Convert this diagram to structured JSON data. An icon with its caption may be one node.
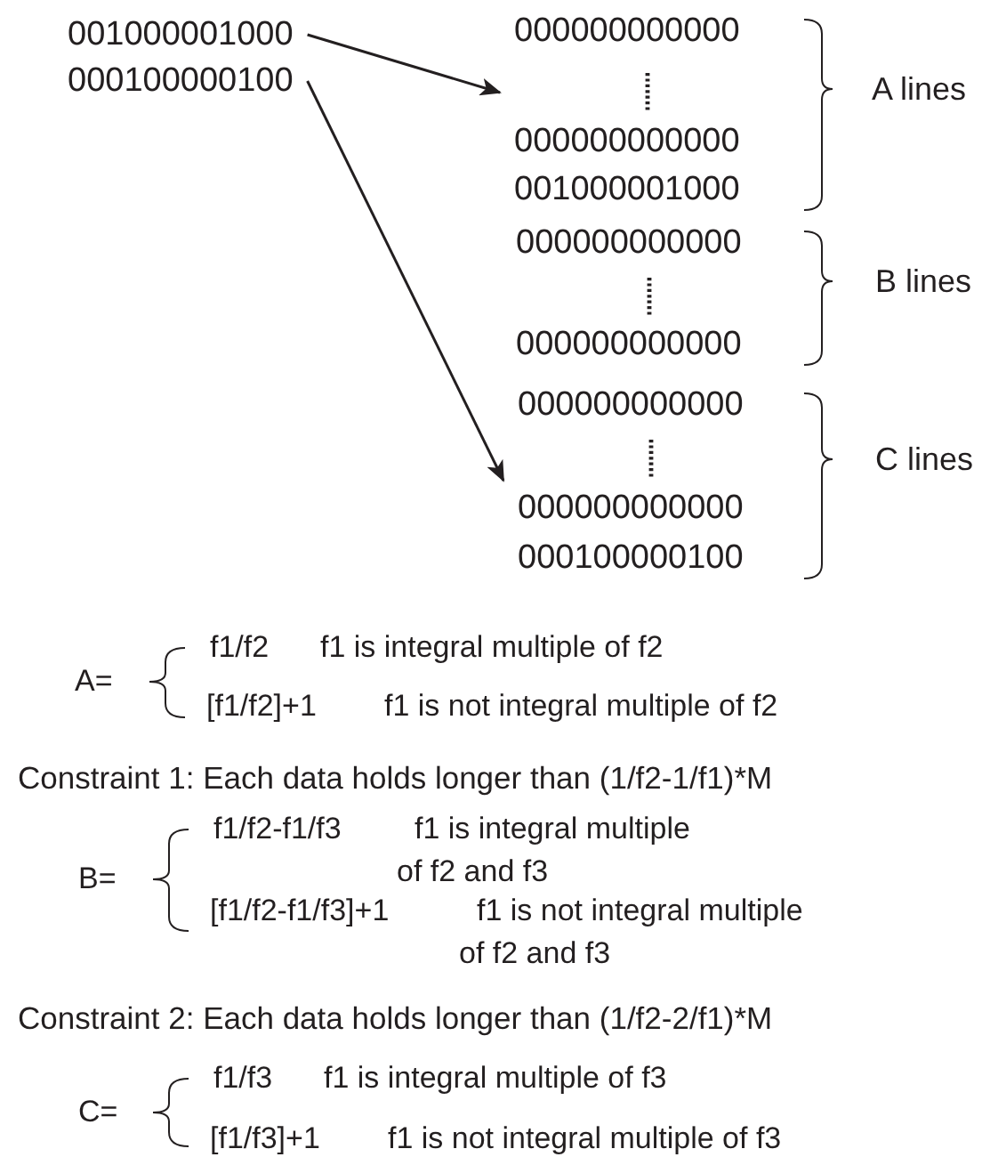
{
  "diagram": {
    "nodes": [
      {
        "text": [
          "001000001000"
        ]
      },
      {
        "text": [
          "000100000100"
        ]
      },
      {
        "text": [
          "000000000000",
          "000000000000",
          "001000001000"
        ]
      },
      {
        "text": [
          "000000000000",
          "000000000000"
        ]
      },
      {
        "text": [
          "000000000000",
          "000000000000",
          "000100000100"
        ]
      }
    ],
    "edges": [
      {
        "from": 0,
        "to": 2,
        "arrow": "to"
      },
      {
        "from": 1,
        "to": 4,
        "arrow": "to"
      }
    ],
    "labels": [
      "A lines",
      "B lines",
      "C lines",
      "A=",
      "f1/f2",
      "f1 is integral multiple of f2",
      "[f1/f2]+1",
      "f1 is not integral multiple of f2",
      "Constraint 1: Each data holds longer than (1/f2-1/f1)*M",
      "B=",
      "f1/f2-f1/f3",
      "f1 is integral multiple of f2 and f3",
      "[f1/f2-f1/f3]+1",
      "f1 is not integral multiple of f2 and f3",
      "Constraint 2: Each data holds longer than (1/f2-2/f1)*M",
      "C=",
      "f1/f3",
      "f1 is integral multiple of f3",
      "[f1/f3]+1",
      "f1 is not integral multiple of f3"
    ]
  }
}
